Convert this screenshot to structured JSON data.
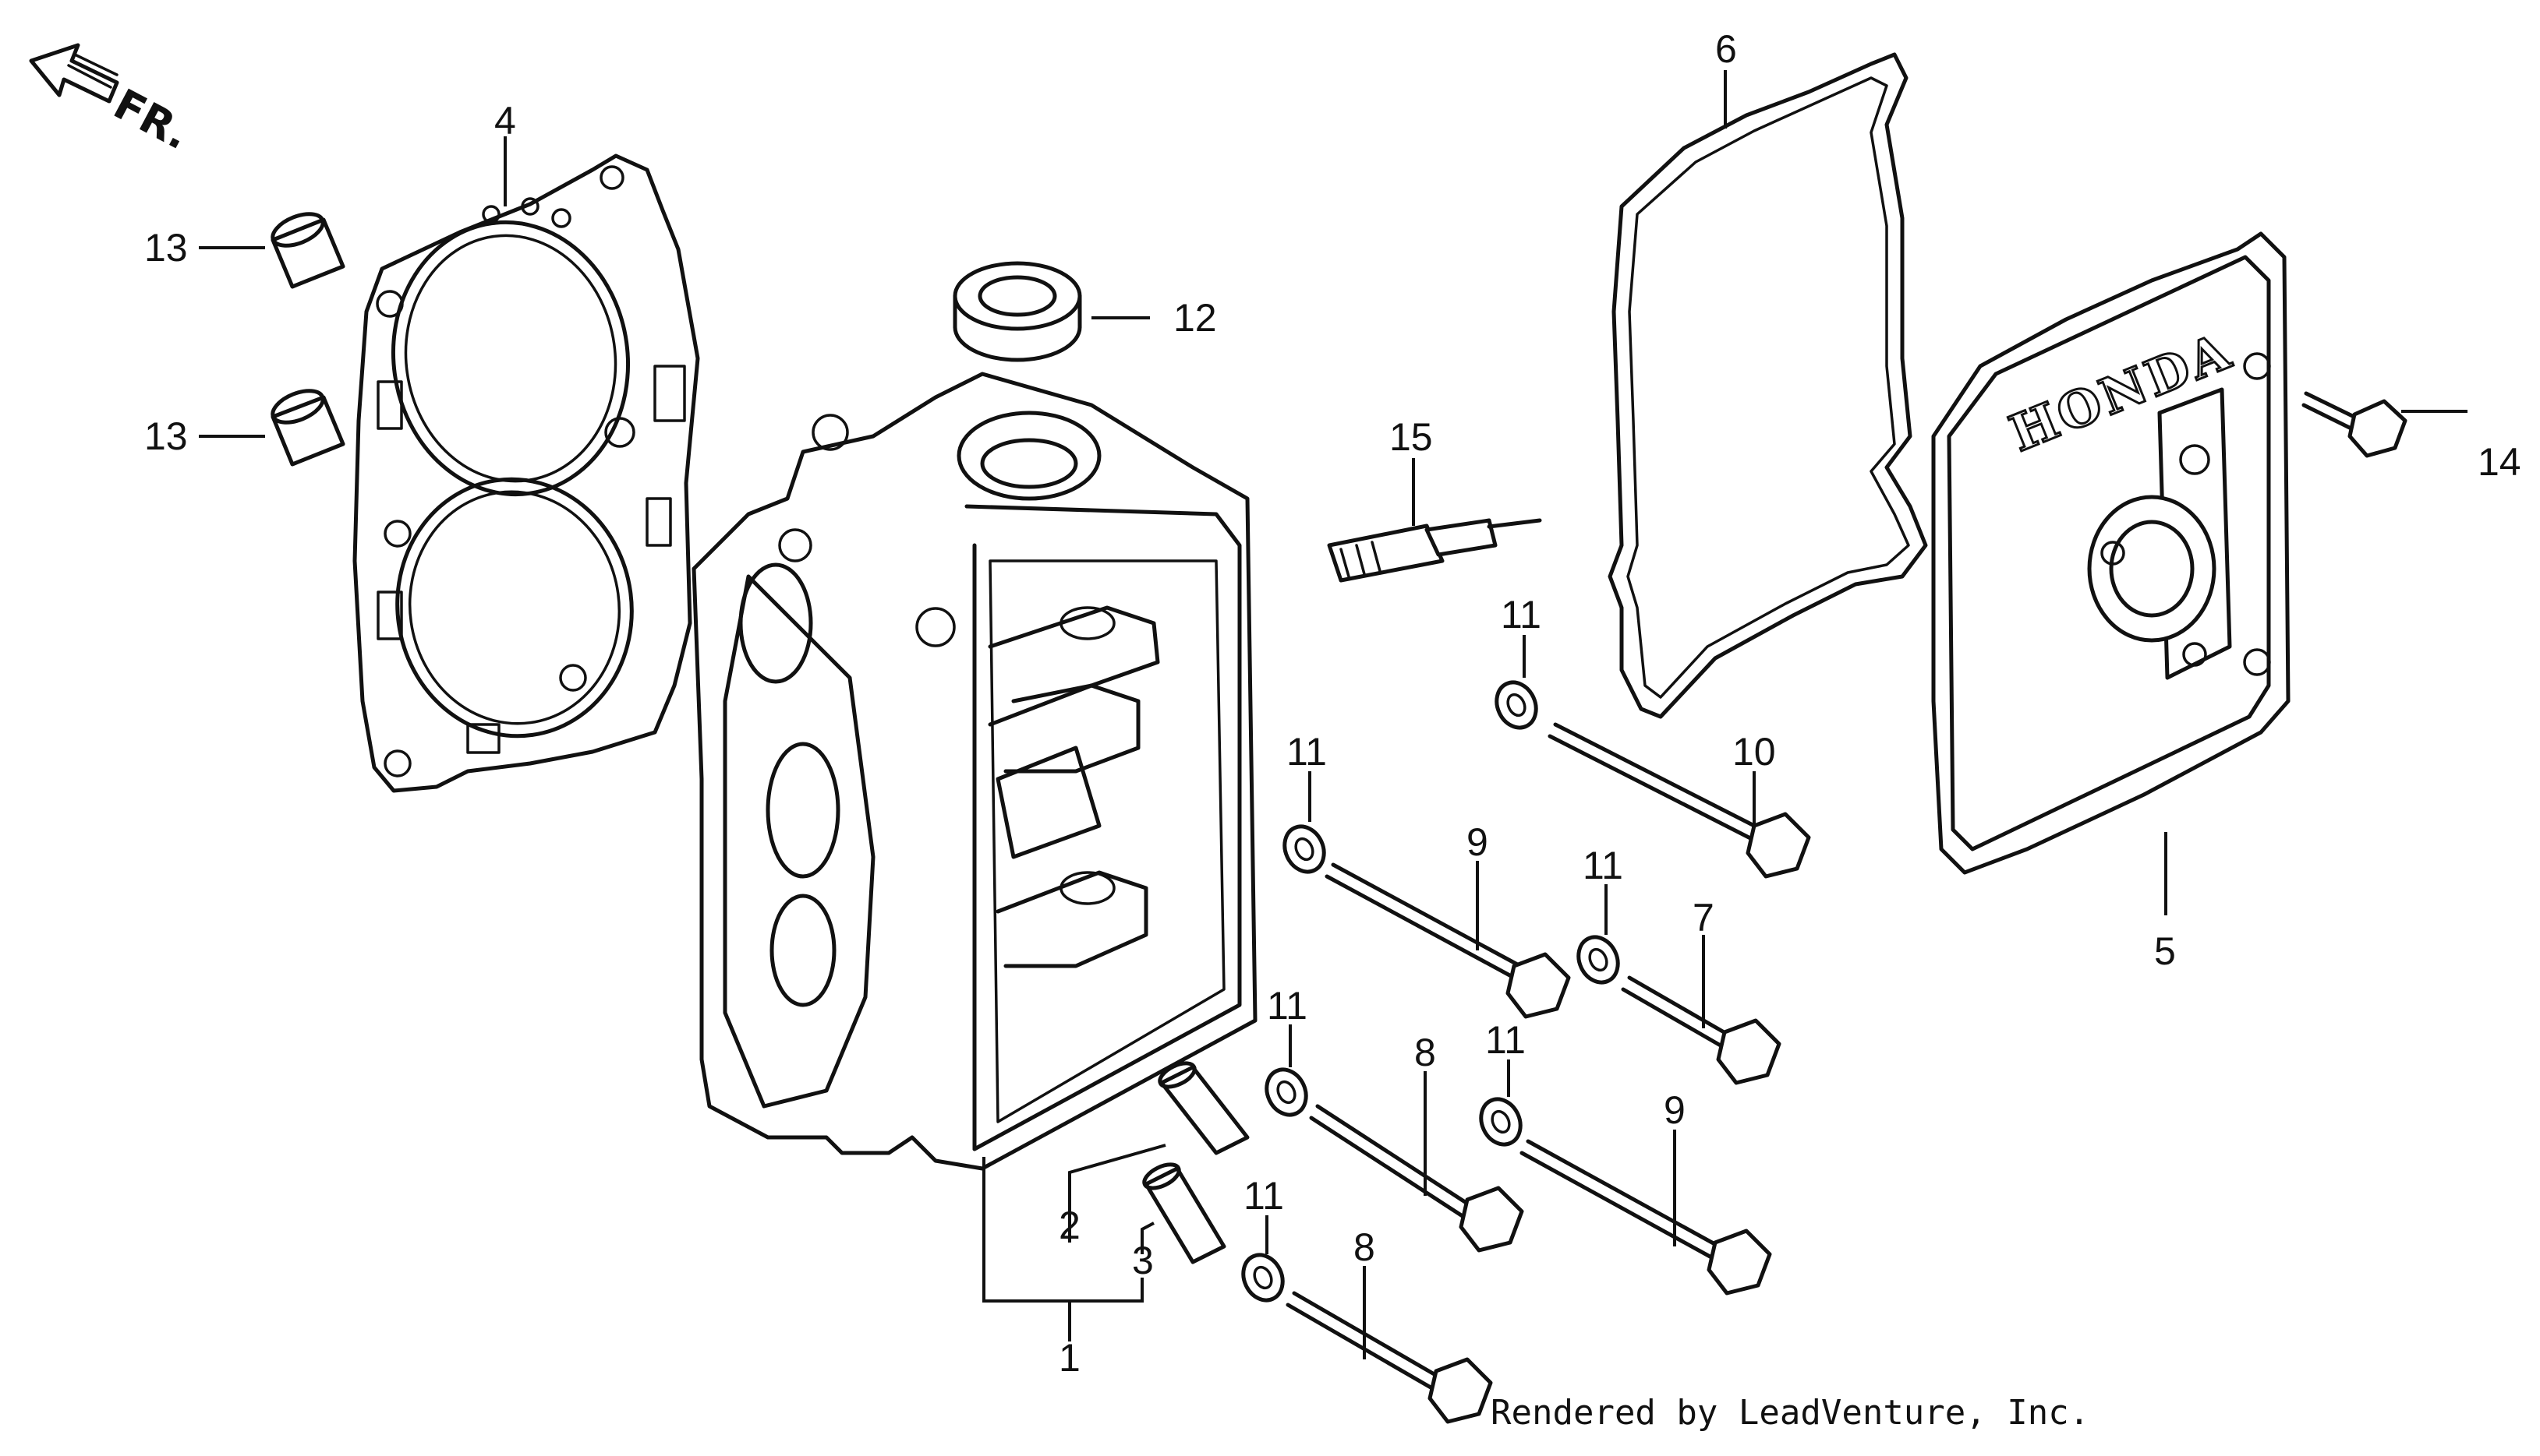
{
  "direction_label": "FR.",
  "brand_text": "HONDA",
  "credit": "Rendered by LeadVenture, Inc.",
  "callouts": [
    {
      "id": "c1",
      "text": "1"
    },
    {
      "id": "c2",
      "text": "2"
    },
    {
      "id": "c3",
      "text": "3"
    },
    {
      "id": "c4",
      "text": "4"
    },
    {
      "id": "c5",
      "text": "5"
    },
    {
      "id": "c6",
      "text": "6"
    },
    {
      "id": "c7",
      "text": "7"
    },
    {
      "id": "c8a",
      "text": "8"
    },
    {
      "id": "c8b",
      "text": "8"
    },
    {
      "id": "c9a",
      "text": "9"
    },
    {
      "id": "c9b",
      "text": "9"
    },
    {
      "id": "c10",
      "text": "10"
    },
    {
      "id": "c11a",
      "text": "11"
    },
    {
      "id": "c11b",
      "text": "11"
    },
    {
      "id": "c11c",
      "text": "11"
    },
    {
      "id": "c11d",
      "text": "11"
    },
    {
      "id": "c11e",
      "text": "11"
    },
    {
      "id": "c11f",
      "text": "11"
    },
    {
      "id": "c12",
      "text": "12"
    },
    {
      "id": "c13a",
      "text": "13"
    },
    {
      "id": "c13b",
      "text": "13"
    },
    {
      "id": "c14",
      "text": "14"
    },
    {
      "id": "c15",
      "text": "15"
    }
  ]
}
